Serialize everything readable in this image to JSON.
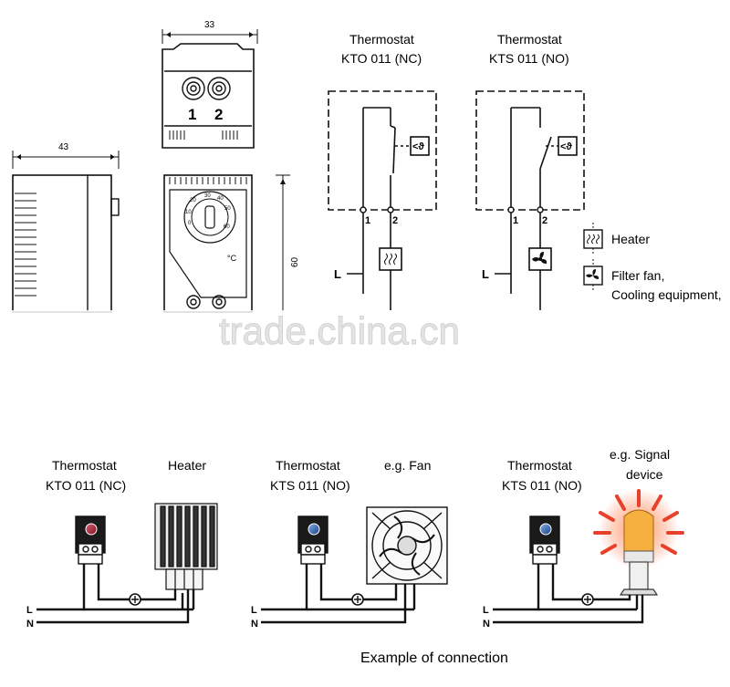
{
  "dimensions": {
    "width_top": "33",
    "width_side": "43",
    "height_front": "60"
  },
  "terminals": {
    "one": "1",
    "two": "2"
  },
  "front_unit": "°C",
  "dial_marks": [
    "20",
    "30",
    "40",
    "50",
    "60",
    "10",
    "0"
  ],
  "schematic_nc": {
    "title_line1": "Thermostat",
    "title_line2": "KTO 011 (NC)",
    "sensor": "<ϑ",
    "t1": "1",
    "t2": "2",
    "line": "L"
  },
  "schematic_no": {
    "title_line1": "Thermostat",
    "title_line2": "KTS 011 (NO)",
    "sensor": "<ϑ",
    "t1": "1",
    "t2": "2",
    "line": "L"
  },
  "legend": {
    "heater": "Heater",
    "fan_line1": "Filter fan,",
    "fan_line2": "Cooling equipment,"
  },
  "watermark": "trade.china.cn",
  "example1": {
    "thermostat_line1": "Thermostat",
    "thermostat_line2": "KTO 011 (NC)",
    "device": "Heater",
    "L": "L",
    "N": "N"
  },
  "example2": {
    "thermostat_line1": "Thermostat",
    "thermostat_line2": "KTS 011 (NO)",
    "device": "e.g. Fan",
    "L": "L",
    "N": "N"
  },
  "example3": {
    "thermostat_line1": "Thermostat",
    "thermostat_line2": "KTS 011 (NO)",
    "device_line1": "e.g. Signal",
    "device_line2": "device",
    "L": "L",
    "N": "N"
  },
  "caption": "Example of connection",
  "colors": {
    "line": "#111111",
    "nc_knob": "#c0303a",
    "no_knob": "#3a78c0",
    "signal_glow": "#e8402a",
    "signal_body": "#f5b040"
  }
}
